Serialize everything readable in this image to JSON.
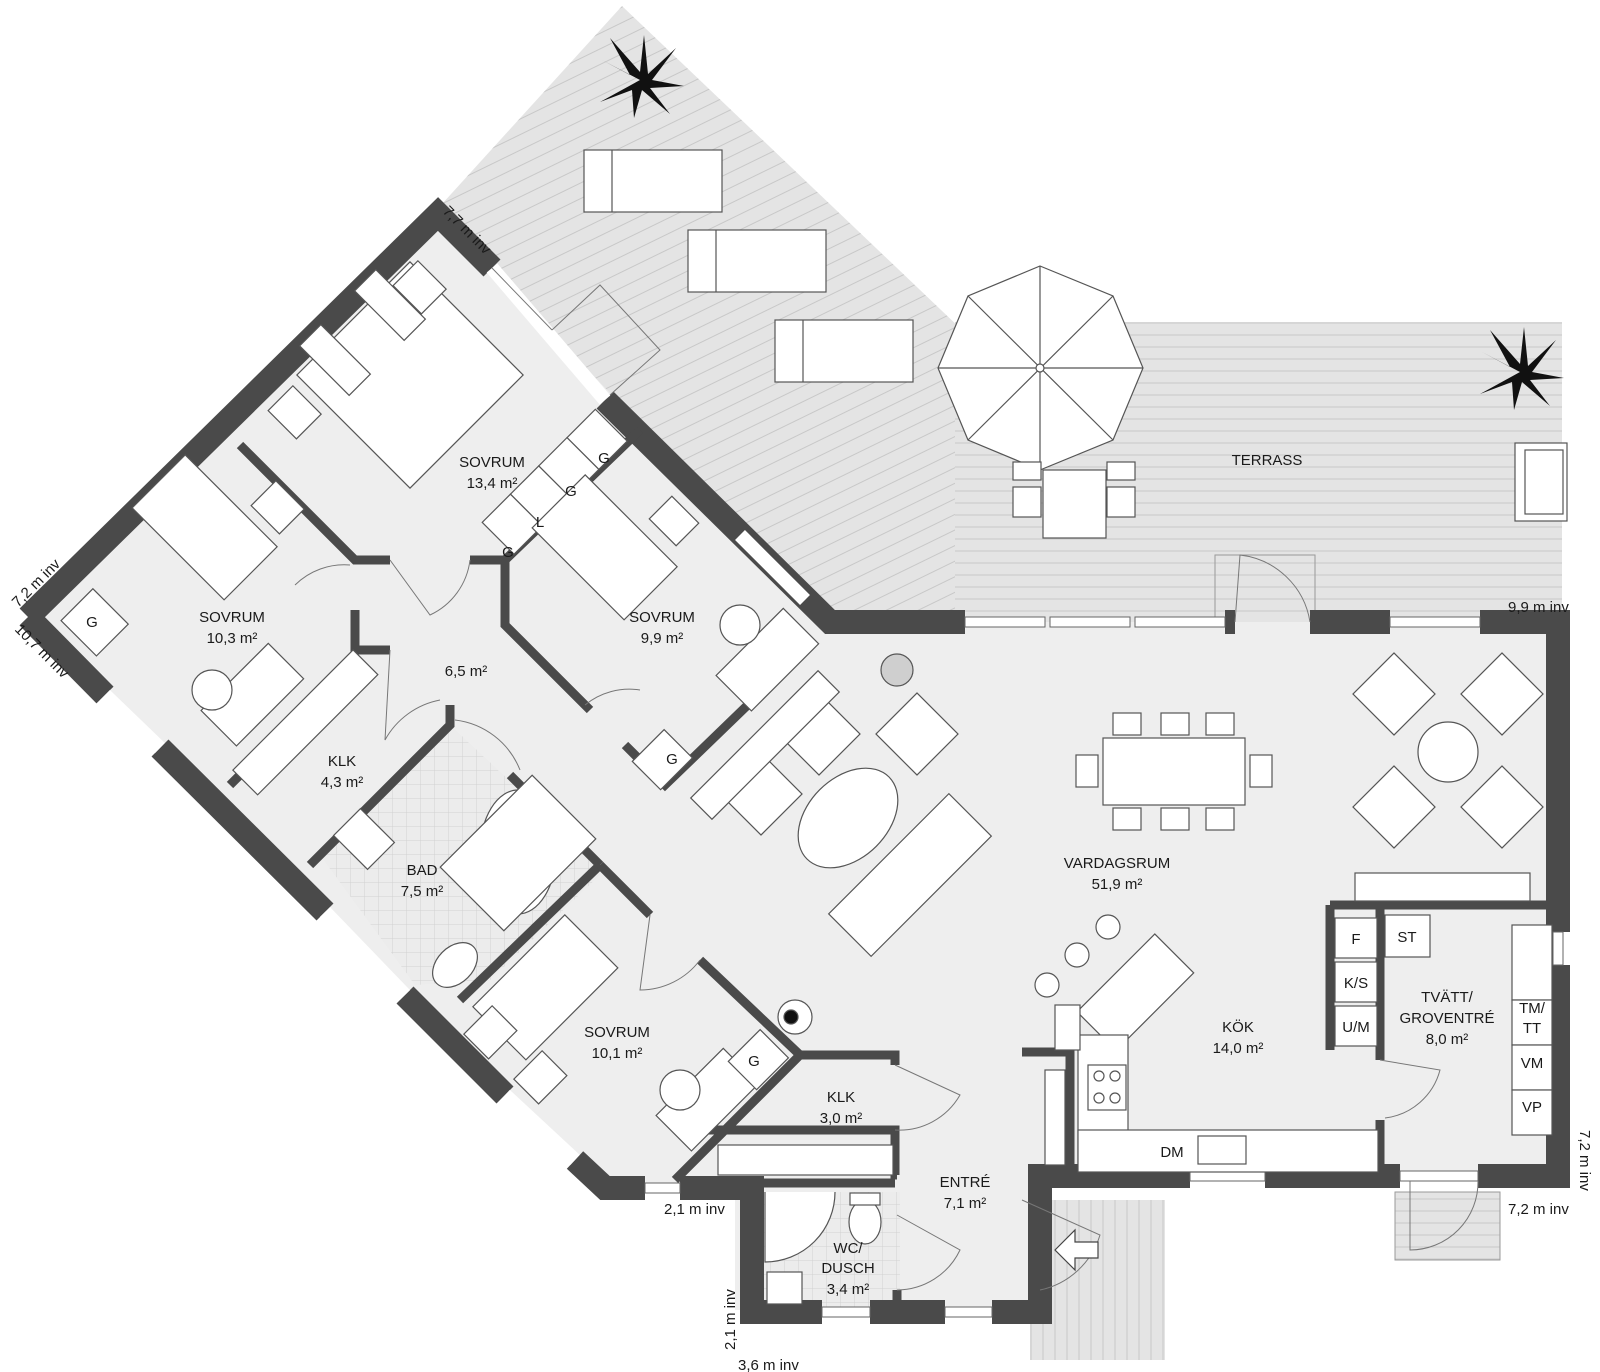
{
  "rooms": [
    {
      "name": "SOVRUM",
      "area": "13,4 m²"
    },
    {
      "name": "SOVRUM",
      "area": "10,3 m²"
    },
    {
      "name": "SOVRUM",
      "area": "9,9 m²"
    },
    {
      "name": "",
      "area": "6,5 m²"
    },
    {
      "name": "KLK",
      "area": "4,3 m²"
    },
    {
      "name": "BAD",
      "area": "7,5 m²"
    },
    {
      "name": "SOVRUM",
      "area": "10,1 m²"
    },
    {
      "name": "KLK",
      "area": "3,0 m²"
    },
    {
      "name": "ENTRÉ",
      "area": "7,1 m²"
    },
    {
      "name": "WC/",
      "name2": "DUSCH",
      "area": "3,4 m²"
    },
    {
      "name": "VARDAGSRUM",
      "area": "51,9 m²"
    },
    {
      "name": "KÖK",
      "area": "14,0 m²"
    },
    {
      "name": "TVÄTT/",
      "name2": "GROVENTRÉ",
      "area": "8,0 m²"
    }
  ],
  "terrace_label": "TERRASS",
  "dimensions": [
    "7,7 m inv",
    "7,2 m inv",
    "10,7 m inv",
    "9,9 m inv",
    "2,1 m inv",
    "2,1 m inv",
    "3,6 m inv",
    "7,2 m inv",
    "7,2 m inv"
  ],
  "tags": [
    "G",
    "G",
    "L",
    "G",
    "G",
    "G",
    "G",
    "F",
    "K/S",
    "U/M",
    "ST",
    "TM/",
    "TT",
    "VM",
    "VP",
    "DM"
  ],
  "colors": {
    "wall": "#4a4a4a",
    "floor": "#efefef",
    "deck": "#e3e3e3",
    "deck_line": "#c4c4c4",
    "tile": "#d8d8d8",
    "furniture_stroke": "#555555"
  }
}
